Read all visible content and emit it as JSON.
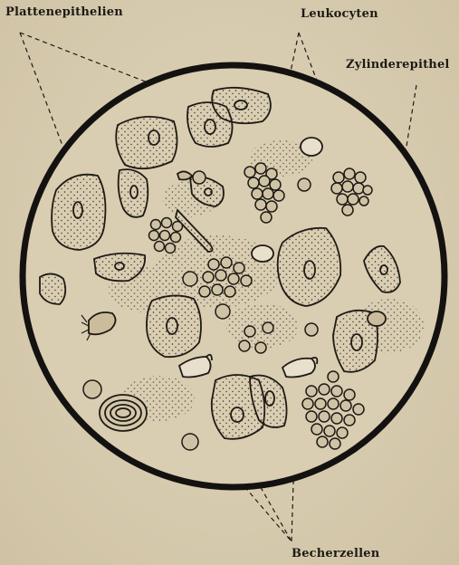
{
  "labels": {
    "plattenepithelien": "Plattenepithelien",
    "leukocyten": "Leukocyten",
    "zylinderepithel": "Zylinderepithel",
    "becherzellen": "Becherzellen"
  },
  "colors": {
    "paper": "#d8ccb0",
    "ink": "#1e1a14",
    "cell_fill": "#cdbf9f"
  }
}
